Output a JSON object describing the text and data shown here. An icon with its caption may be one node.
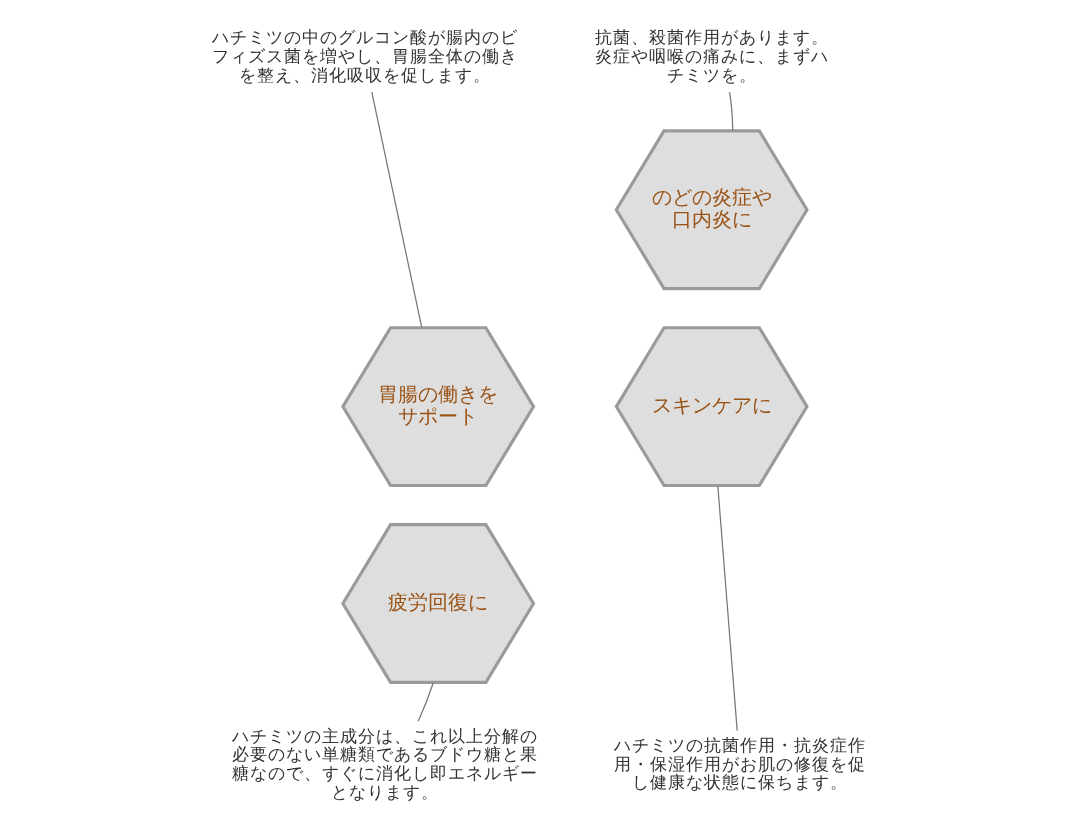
{
  "diagram": {
    "nodes": [
      {
        "text": [
          "ハチミツの中のグルコン酸が腸内のビフィズス菌を増やし、胃腸全体の働きを整え、消化吸収を促します。"
        ]
      },
      {
        "text": [
          "抗菌、殺菌作用があります。炎症や咽喉の痛みに、まずハチミツを。"
        ]
      },
      {
        "text": [
          "のどの炎症や口内炎に"
        ]
      },
      {
        "text": [
          "胃腸の働きをサポート"
        ]
      },
      {
        "text": [
          "スキンケアに"
        ]
      },
      {
        "text": [
          "疲労回復に"
        ]
      },
      {
        "text": [
          "ハチミツの主成分は、これ以上分解の必要のない単糖類であるブドウ糖と果糖なので、すぐに消化し即エネルギーとなります。"
        ]
      },
      {
        "text": [
          "ハチミツの抗菌作用・抗炎症作用・保湿作用がお肌の修復を促し健康な状態に保ちます。"
        ]
      }
    ],
    "edges": [
      {
        "from": 0,
        "to": 3,
        "arrow": "none"
      },
      {
        "from": 1,
        "to": 2,
        "arrow": "none"
      },
      {
        "from": 6,
        "to": 5,
        "arrow": "none"
      },
      {
        "from": 7,
        "to": 4,
        "arrow": "none"
      }
    ]
  }
}
